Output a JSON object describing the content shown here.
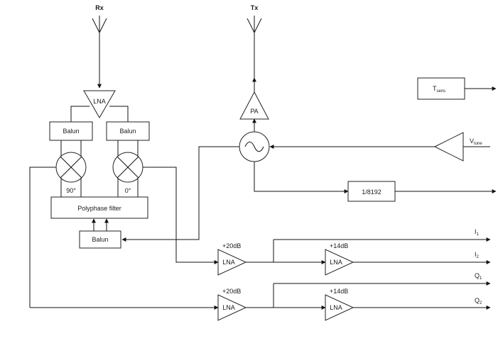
{
  "antennas": {
    "rx_label": "Rx",
    "tx_label": "Tx"
  },
  "blocks": {
    "lna_top": "LNA",
    "balun_left": "Balun",
    "balun_right": "Balun",
    "mixer_left_phase": "90°",
    "mixer_right_phase": "0°",
    "polyphase": "Polyphase filter",
    "balun_bottom": "Balun",
    "pa": "PA",
    "divider": "1/8192",
    "tsense": {
      "main": "T",
      "sub": "sens"
    },
    "vtune": {
      "main": "V",
      "sub": "tune"
    }
  },
  "amp_chain": [
    {
      "label": "LNA",
      "gain": "+20dB"
    },
    {
      "label": "LNA",
      "gain": "+14dB"
    },
    {
      "label": "LNA",
      "gain": "+20dB"
    },
    {
      "label": "LNA",
      "gain": "+14dB"
    }
  ],
  "outputs": [
    {
      "main": "I",
      "sub": "1"
    },
    {
      "main": "I",
      "sub": "2"
    },
    {
      "main": "Q",
      "sub": "1"
    },
    {
      "main": "Q",
      "sub": "2"
    }
  ]
}
